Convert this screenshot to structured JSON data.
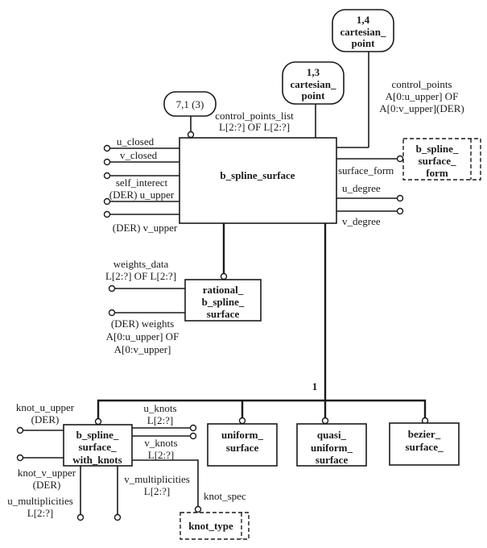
{
  "entities": {
    "main": {
      "name": "b_spline_surface"
    },
    "rational": {
      "lines": [
        "rational_",
        "b_spline_",
        "surface"
      ]
    },
    "with_knots": {
      "lines": [
        "b_spline_",
        "surface_",
        "with_knots"
      ]
    },
    "uniform": {
      "lines": [
        "uniform_",
        "surface"
      ]
    },
    "quasi_uniform": {
      "lines": [
        "quasi_",
        "uniform_",
        "surface"
      ]
    },
    "bezier": {
      "lines": [
        "bezier_",
        "surface_"
      ]
    }
  },
  "types": {
    "surface_form": {
      "lines": [
        "b_spline_",
        "surface_",
        "form"
      ]
    },
    "knot_type": {
      "name": "knot_type"
    }
  },
  "page_refs": {
    "ref_71": {
      "label": "7,1 (3)"
    },
    "ref_13": {
      "lines": [
        "1,3",
        "cartesian_",
        "point"
      ]
    },
    "ref_14": {
      "lines": [
        "1,4",
        "cartesian_",
        "point"
      ]
    }
  },
  "attributes": {
    "control_points_list": [
      "control_points_list",
      "L[2:?] OF L[2:?]"
    ],
    "control_points": [
      "control_points",
      "A[0:u_upper] OF",
      "A[0:v_upper](DER)"
    ],
    "u_closed": "u_closed",
    "v_closed": "v_closed",
    "self_intersect": "self_interect",
    "u_upper": "(DER) u_upper",
    "v_upper": "(DER) v_upper",
    "surface_form": "surface_form",
    "u_degree": "u_degree",
    "v_degree": "v_degree",
    "weights_data": [
      "weights_data",
      "L[2:?] OF L[2:?]"
    ],
    "weights": [
      "(DER) weights",
      "A[0:u_upper] OF",
      "A[0:v_upper]"
    ],
    "knot_u_upper": [
      "knot_u_upper",
      "(DER)"
    ],
    "knot_v_upper": [
      "knot_v_upper",
      "(DER)"
    ],
    "u_knots": [
      "u_knots",
      "L[2:?]"
    ],
    "v_knots": [
      "v_knots",
      "L[2:?]"
    ],
    "u_multiplicities": [
      "u_multiplicities",
      "L[2:?]"
    ],
    "v_multiplicities": [
      "v_multiplicities",
      "L[2:?]"
    ],
    "knot_spec": "knot_spec"
  },
  "supertype_constraint": {
    "label": "1"
  }
}
